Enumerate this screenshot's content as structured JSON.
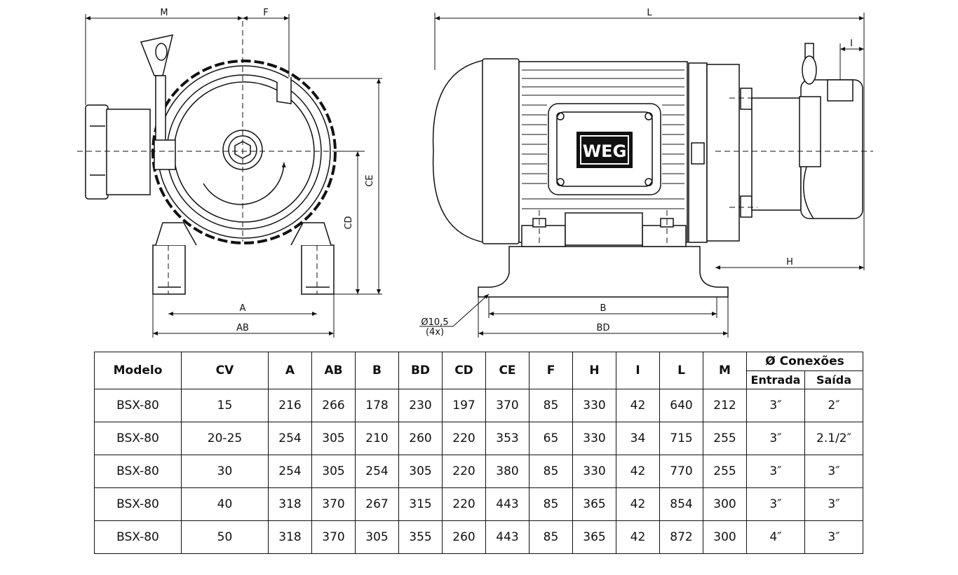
{
  "drawing": {
    "front_view": {
      "dim_labels": {
        "M": "M",
        "F": "F",
        "CE": "CE",
        "CD": "CD",
        "A": "A",
        "AB": "AB"
      }
    },
    "side_view": {
      "dim_labels": {
        "L": "L",
        "I": "I",
        "H": "H",
        "B": "B",
        "BD": "BD"
      },
      "hole_note_line1": "Ø10,5",
      "hole_note_line2": "(4x)",
      "logo_text": "WEG"
    }
  },
  "table": {
    "headers": [
      "Modelo",
      "CV",
      "A",
      "AB",
      "B",
      "BD",
      "CD",
      "CE",
      "F",
      "H",
      "I",
      "L",
      "M"
    ],
    "group_header": "Ø Conexões",
    "sub_headers": [
      "Entrada",
      "Saída"
    ],
    "rows": [
      [
        "BSX-80",
        "15",
        "216",
        "266",
        "178",
        "230",
        "197",
        "370",
        "85",
        "330",
        "42",
        "640",
        "212",
        "3″",
        "2″"
      ],
      [
        "BSX-80",
        "20-25",
        "254",
        "305",
        "210",
        "260",
        "220",
        "353",
        "65",
        "330",
        "34",
        "715",
        "255",
        "3″",
        "2.1/2″"
      ],
      [
        "BSX-80",
        "30",
        "254",
        "305",
        "254",
        "305",
        "220",
        "380",
        "85",
        "330",
        "42",
        "770",
        "255",
        "3″",
        "3″"
      ],
      [
        "BSX-80",
        "40",
        "318",
        "370",
        "267",
        "315",
        "220",
        "443",
        "85",
        "365",
        "42",
        "854",
        "300",
        "3″",
        "3″"
      ],
      [
        "BSX-80",
        "50",
        "318",
        "370",
        "305",
        "355",
        "260",
        "443",
        "85",
        "365",
        "42",
        "872",
        "300",
        "4″",
        "3″"
      ]
    ]
  }
}
